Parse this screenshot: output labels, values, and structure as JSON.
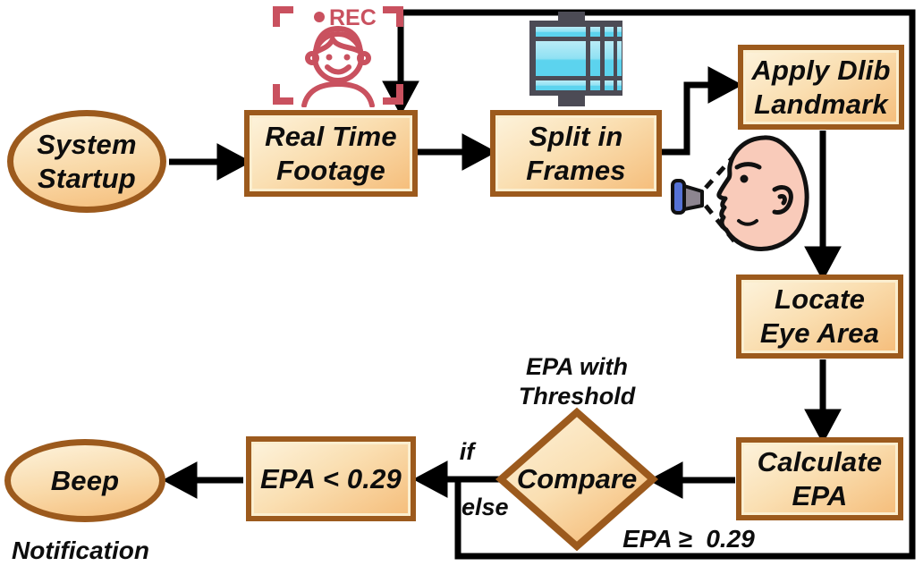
{
  "nodes": {
    "system_startup": {
      "type": "terminator",
      "lines": [
        "System",
        "Startup"
      ]
    },
    "real_time_footage": {
      "type": "process",
      "lines": [
        "Real Time",
        "Footage"
      ]
    },
    "split_in_frames": {
      "type": "process",
      "lines": [
        "Split in",
        "Frames"
      ]
    },
    "apply_dlib_landmark": {
      "type": "process",
      "lines": [
        "Apply Dlib",
        "Landmark"
      ]
    },
    "locate_eye_area": {
      "type": "process",
      "lines": [
        "Locate",
        "Eye Area"
      ]
    },
    "calculate_epa": {
      "type": "process",
      "lines": [
        "Calculate",
        "EPA"
      ]
    },
    "compare": {
      "type": "decision",
      "lines": [
        "Compare"
      ]
    },
    "epa_below_threshold": {
      "type": "process",
      "lines": [
        "EPA < 0.29"
      ]
    },
    "beep": {
      "type": "terminator",
      "lines": [
        "Beep"
      ]
    }
  },
  "labels": {
    "epa_with_threshold": [
      "EPA with",
      "Threshold"
    ],
    "if_branch": "if",
    "else_branch": "else",
    "epa_ge_threshold": "EPA ≥  0.29",
    "notification": "Notification",
    "rec": "REC"
  },
  "icons": {
    "rec_camera": {
      "name": "rec-camera-icon",
      "color": "#c9515f"
    },
    "film_strip": {
      "name": "film-strip-icon",
      "frame_color": "#4c4b55",
      "pane_color": "#5cd3ee"
    },
    "face_scan": {
      "name": "face-scan-icon",
      "skin_color": "#f9cbba",
      "camera_color": "#5572d6"
    }
  },
  "colors": {
    "node_border": "#9c5a1d",
    "node_fill_light": "#fdf3dc",
    "node_fill_dark": "#f5bd7a",
    "arrow": "#000000",
    "text": "#0d0d0d"
  }
}
